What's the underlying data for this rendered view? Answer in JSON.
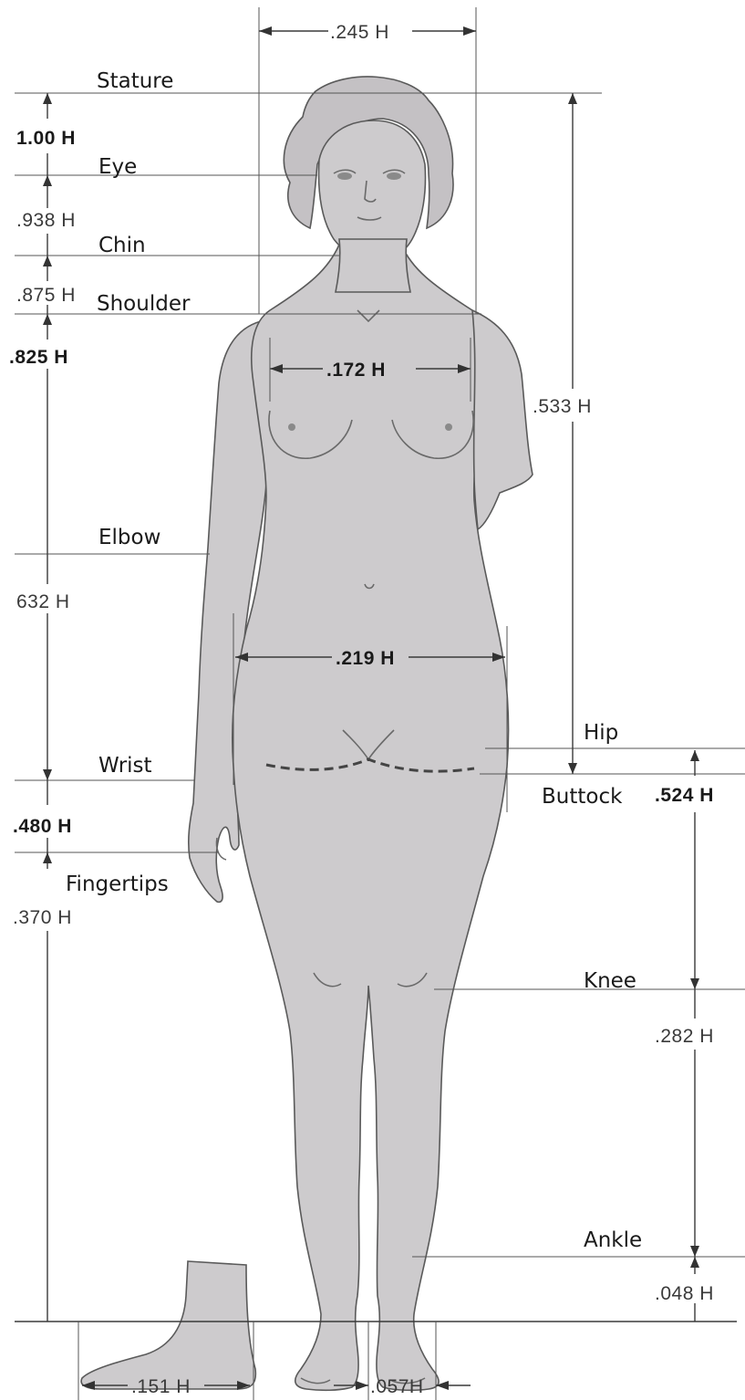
{
  "landmarks": {
    "stature": "Stature",
    "eye": "Eye",
    "chin": "Chin",
    "shoulder": "Shoulder",
    "elbow": "Elbow",
    "wrist": "Wrist",
    "fingertips": "Fingertips",
    "hip": "Hip",
    "buttock": "Buttock",
    "knee": "Knee",
    "ankle": "Ankle"
  },
  "heights": {
    "stature": "1.00 H",
    "eye": ".938 H",
    "chin": ".875 H",
    "shoulder": ".825 H",
    "elbow": "632 H",
    "wrist": ".480 H",
    "fingertips": ".370 H",
    "buttock": ".524 H",
    "knee": ".282 H",
    "ankle": ".048 H",
    "shoulder_to_hip": ".533 H"
  },
  "widths": {
    "head": ".245 H",
    "chest": ".172 H",
    "hip": ".219 H",
    "foot_length": ".151 H",
    "ankle": ".057H"
  }
}
